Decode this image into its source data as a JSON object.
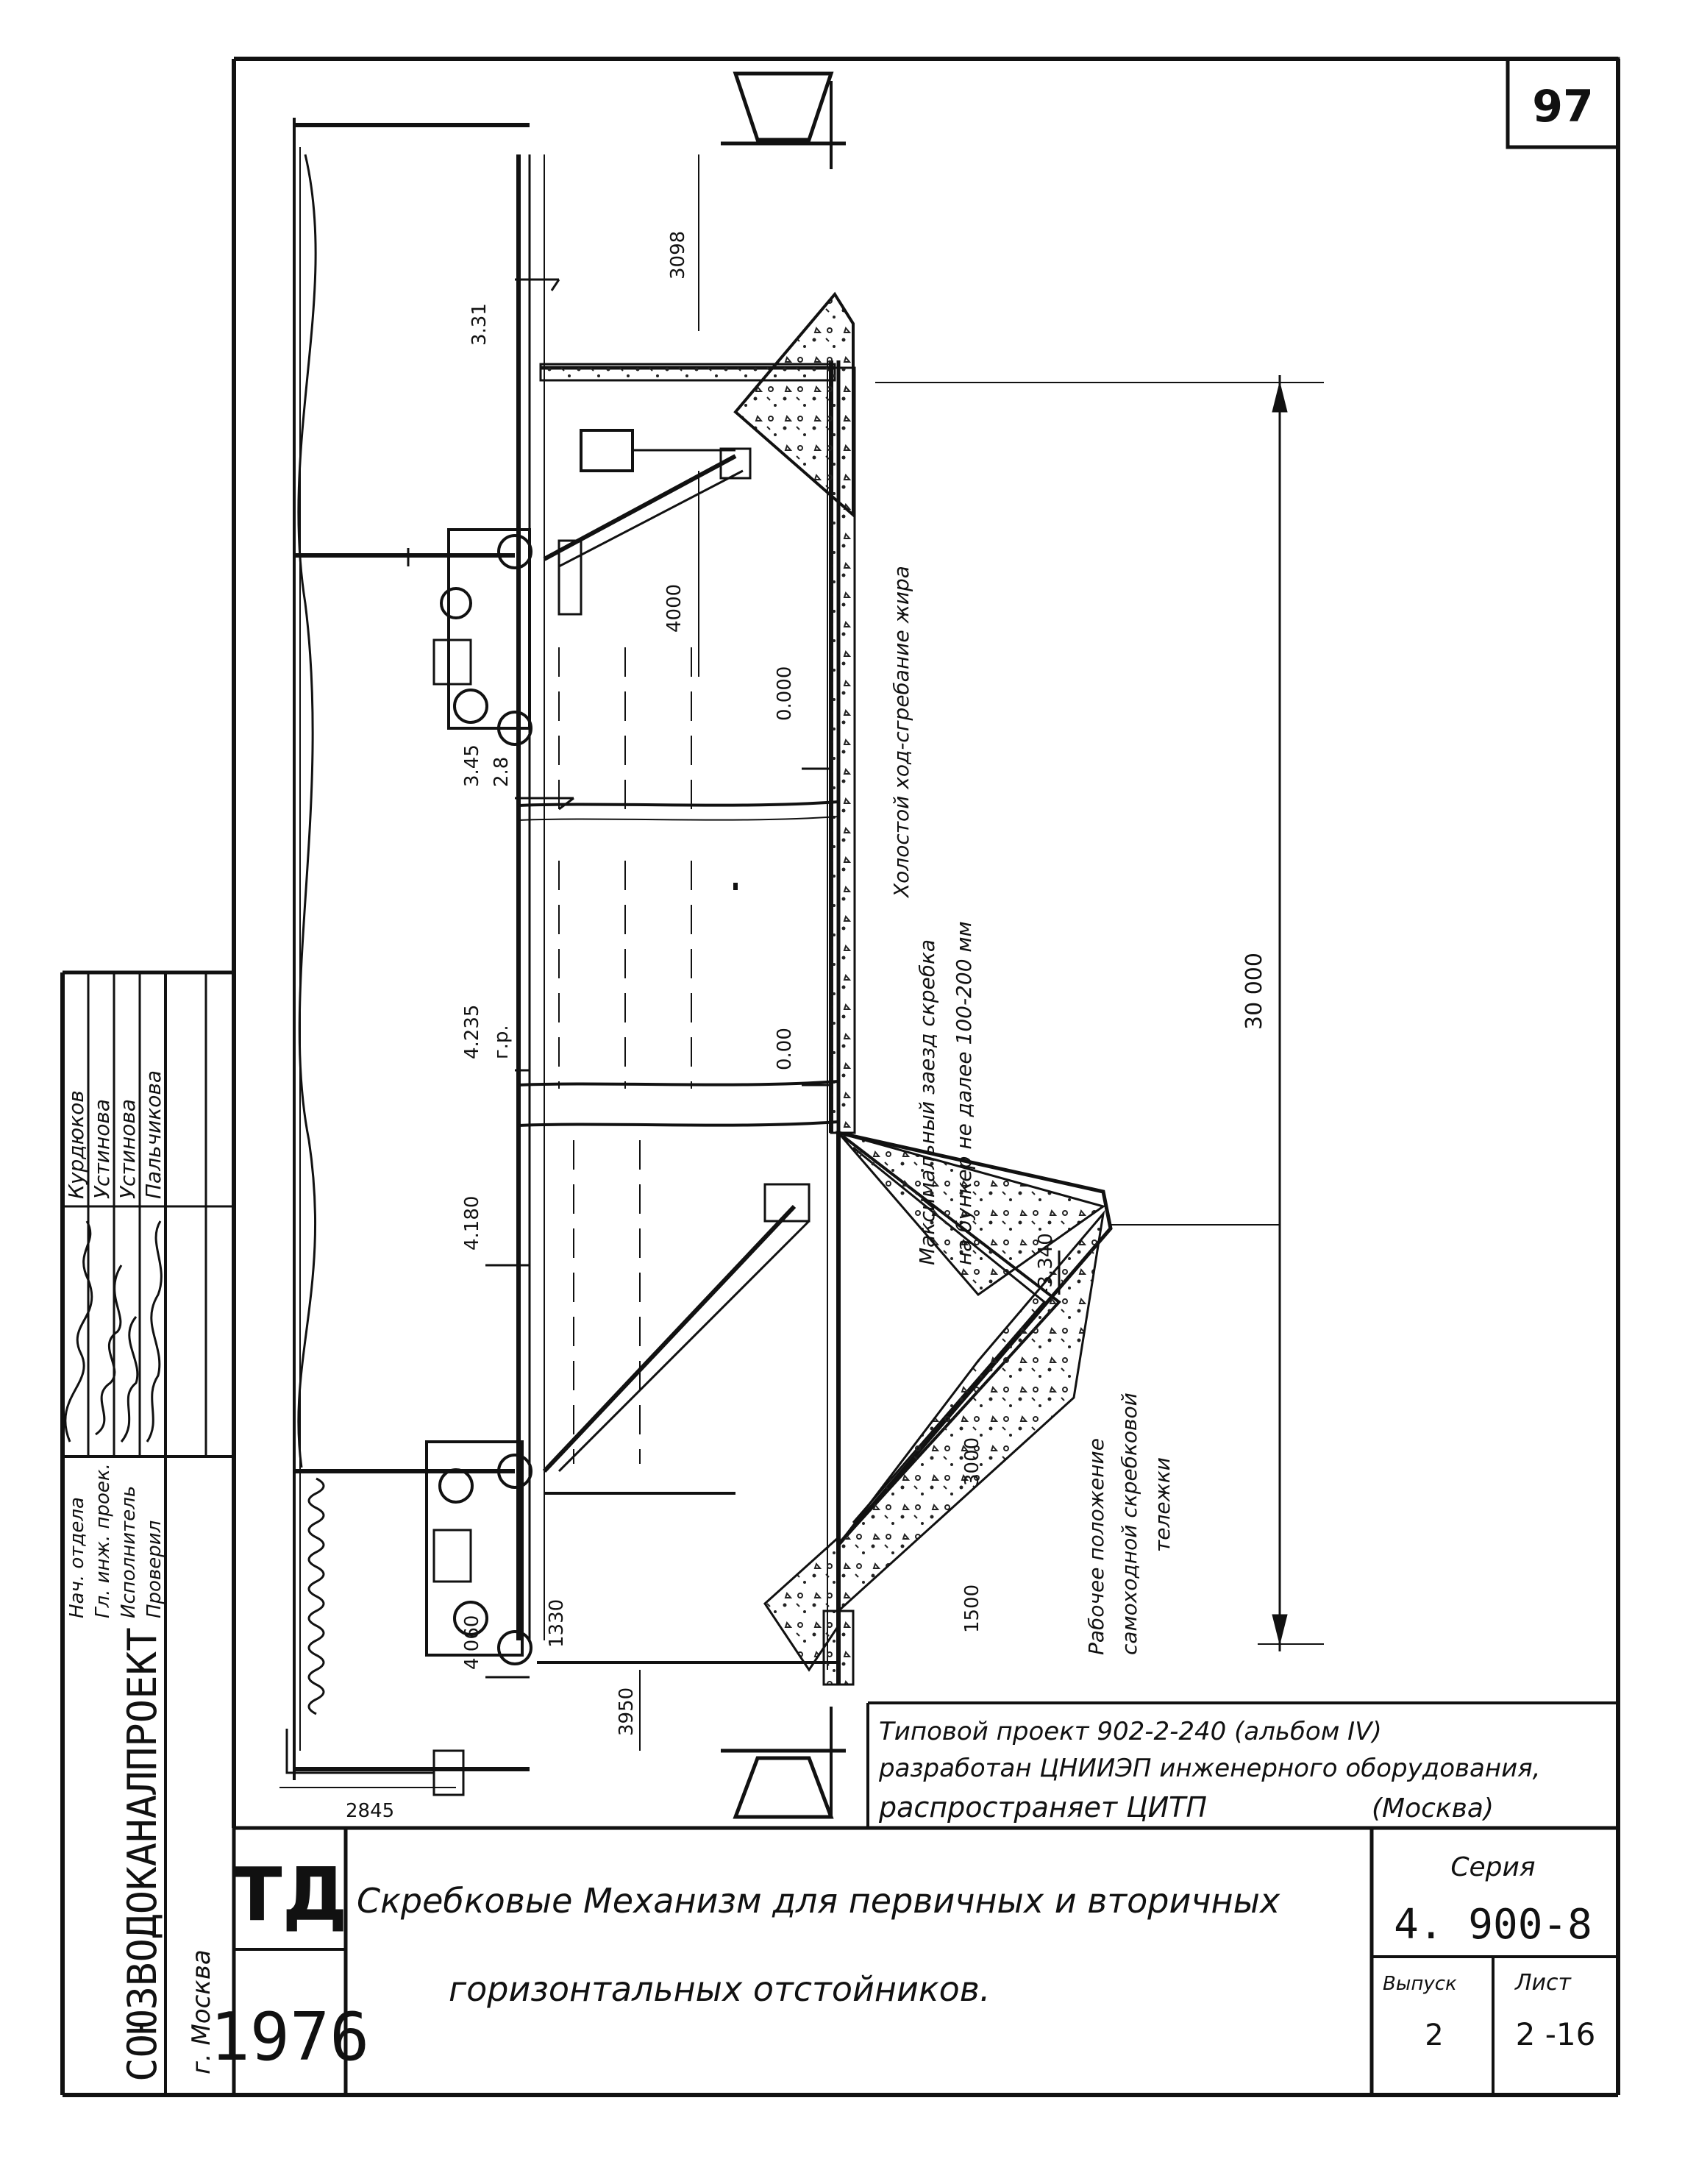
{
  "sheet": {
    "page_number": "97"
  },
  "dimensions": {
    "top_3098": "3098",
    "top_331": "3.31",
    "mid_4000": "4000",
    "mid_0000": "0.000",
    "el_345": "3.45",
    "el_28": "2.8",
    "el_4235": "4.235",
    "el_gr": "г.р.",
    "el_000": "0.00",
    "el_4180": "4.180",
    "el_3000": "3000",
    "el_m3340": "-3.340",
    "el_1330": "1330",
    "el_1500": "1500",
    "el_4060": "4.060",
    "el_3950": "3950",
    "el_2845": "2845",
    "overall_30000": "30 000"
  },
  "annotations": {
    "idle_stroke": "Холостой ход-сгребание жира",
    "max_entry_1": "Максимальный заезд скребка",
    "max_entry_2": "на бункер не далее  100-200 мм",
    "working_pos_1": "Рабочее положение",
    "working_pos_2": "самоходной скребковой",
    "working_pos_3": "тележки"
  },
  "project_note": {
    "line1": "Типовой  проект 902-2-240 (альбом IV)",
    "line2": "разработан ЦНИИЭП инженерного оборудования,",
    "line3a": "распространяет   ЦИТП",
    "line3b": "(Москва)"
  },
  "organization": {
    "name": "СОЮЗВОДОКАНАЛПРОЕКТ",
    "city": "г. Москва"
  },
  "signatures": [
    {
      "role": "Нач. отдела",
      "name": "Курдюков"
    },
    {
      "role": "Гл. инж. проек.",
      "name": "Устинова"
    },
    {
      "role": "Исполнитель",
      "name": "Устинова"
    },
    {
      "role": "Проверил",
      "name": "Пальчикова"
    }
  ],
  "title_block": {
    "td": "ТД",
    "year": "1976",
    "title_line1": "Скребковые Механизм для первичных и вторичных",
    "title_line2": "горизонтальных отстойников.",
    "series_label": "Серия",
    "series_value": "4. 900-8",
    "issue_label": "Выпуск",
    "issue_value": "2",
    "sheet_label": "Лист",
    "sheet_value": "2 -16"
  }
}
